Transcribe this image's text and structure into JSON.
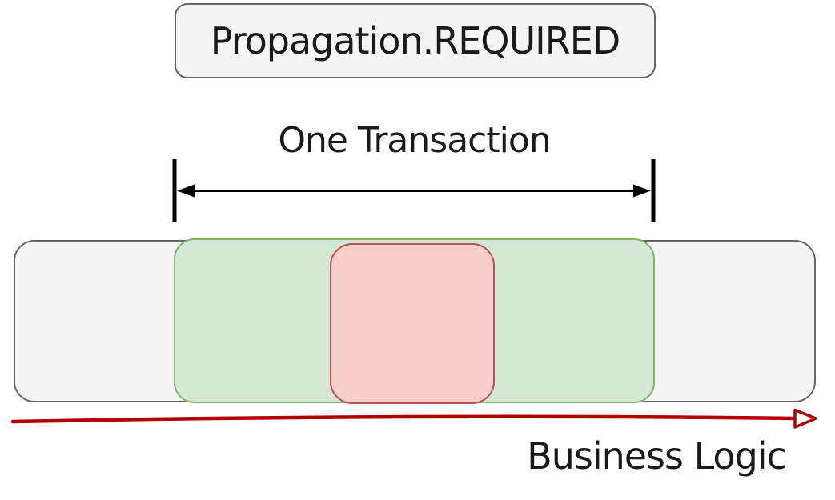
{
  "diagram": {
    "title": "Propagation.REQUIRED",
    "transaction_span_label": "One Transaction",
    "flow_label": "Business Logic",
    "colors": {
      "neutral_fill": "#f5f5f5",
      "neutral_stroke": "#666666",
      "transaction_fill": "#d5e8d4",
      "transaction_stroke": "#82b366",
      "nested_fill": "#f8cecc",
      "nested_stroke": "#b85450",
      "flow_arrow": "#b00000",
      "dimension": "#000000",
      "text": "#1a1a1a"
    }
  }
}
